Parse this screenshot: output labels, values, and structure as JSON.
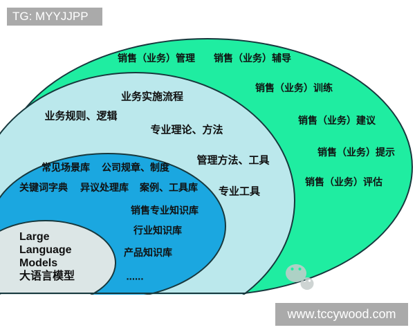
{
  "header": {
    "tag": "TG: MYYJJPP"
  },
  "footer": {
    "site": "www.tccywood.com"
  },
  "colors": {
    "outer": "#1feda1",
    "process": "#bbe8ec",
    "knowledge": "#1ba7e0",
    "core": "#dce6e6",
    "outline": "#17383d",
    "badge": "#aaaaaa"
  },
  "diagram": {
    "outer_labels": [
      "销售（业务）管理",
      "销售（业务）辅导",
      "销售（业务）训练",
      "销售（业务）建议",
      "销售（业务）提示",
      "销售（业务）评估"
    ],
    "process_labels": [
      "业务实施流程",
      "业务规则、逻辑",
      "专业理论、方法",
      "管理方法、工具",
      "专业工具"
    ],
    "knowledge_labels": [
      "常见场景库",
      "公司规章、制度",
      "关键词字典",
      "异议处理库",
      "案例、工具库",
      "销售专业知识库",
      "行业知识库",
      "产品知识库",
      "......"
    ],
    "core_lines": [
      "Large",
      "Language",
      "Models",
      "大语言模型"
    ]
  },
  "watermark": {
    "icon": "wechat-icon"
  }
}
